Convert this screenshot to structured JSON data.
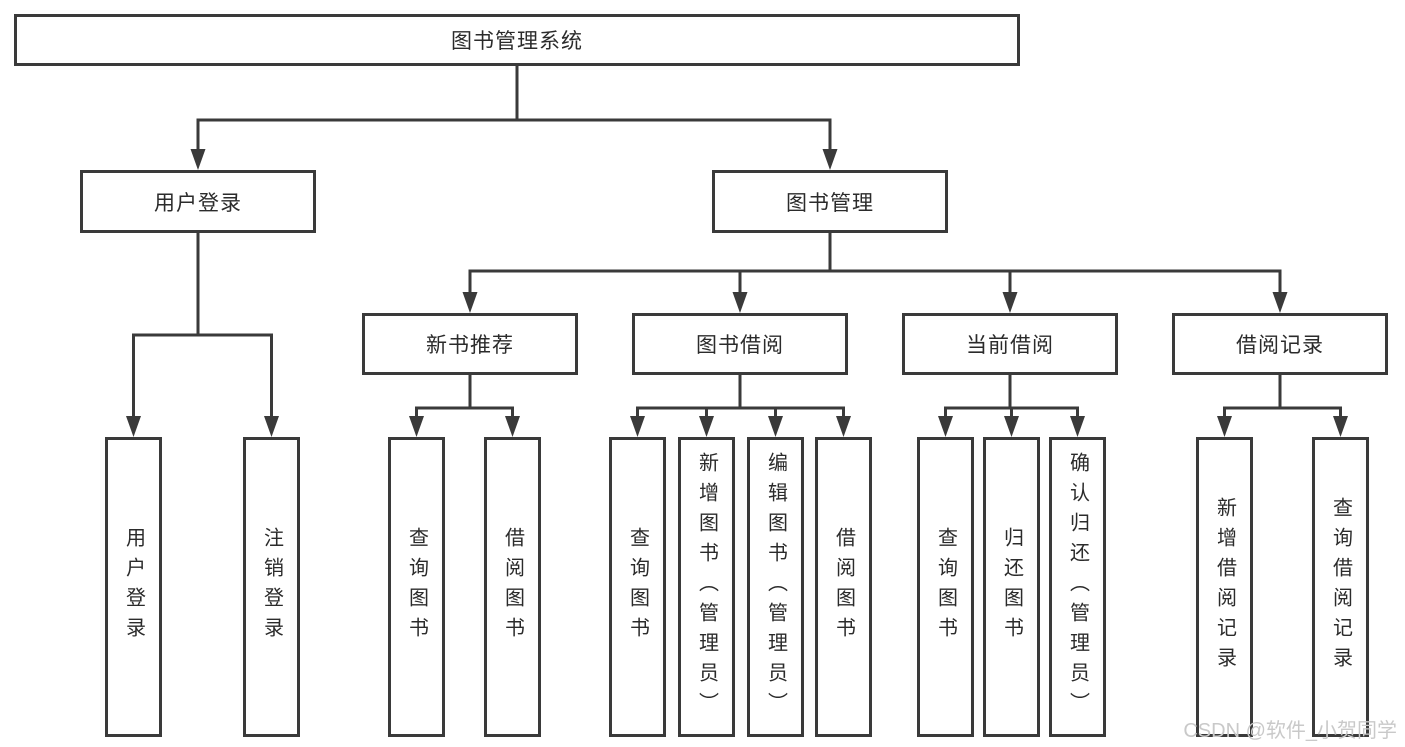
{
  "diagram_title": "图书管理系统",
  "nodes": {
    "root": {
      "label": "图书管理系统"
    },
    "level2": [
      {
        "label": "用户登录"
      },
      {
        "label": "图书管理"
      }
    ],
    "level3": [
      {
        "label": "新书推荐"
      },
      {
        "label": "图书借阅"
      },
      {
        "label": "当前借阅"
      },
      {
        "label": "借阅记录"
      }
    ],
    "leaves": {
      "user_login": [
        "用户登录",
        "注销登录"
      ],
      "new_books": [
        "查询图书",
        "借阅图书"
      ],
      "book_borrow": [
        "查询图书",
        "新增图书（管理员）",
        "编辑图书（管理员）",
        "借阅图书"
      ],
      "current_borrow": [
        "查询图书",
        "归还图书",
        "确认归还（管理员）"
      ],
      "borrow_records": [
        "新增借阅记录",
        "查询借阅记录"
      ]
    }
  },
  "watermark": {
    "text": "CSDN @软件_小贺同学"
  },
  "colors": {
    "line": "#3a3a3a",
    "text": "#2b2b2b",
    "watermark": "#c9c9c9",
    "background": "#ffffff"
  }
}
